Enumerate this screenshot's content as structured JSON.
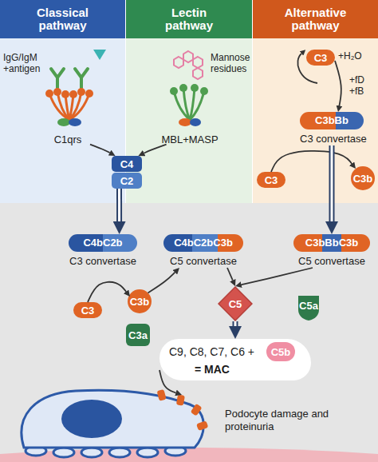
{
  "diagram": {
    "nodes": [
      {
        "text": [
          "Classical pathway"
        ]
      },
      {
        "text": [
          "Lectin pathway"
        ]
      },
      {
        "text": [
          "Alternative pathway"
        ]
      },
      {
        "text": [
          "C1qrs"
        ],
        "in": 0
      },
      {
        "text": [
          "MBL+MASP"
        ],
        "in": 1
      },
      {
        "text": [
          "C4"
        ]
      },
      {
        "text": [
          "C2"
        ]
      },
      {
        "text": [
          "C3"
        ],
        "in": 2
      },
      {
        "text": [
          "C3bBb",
          "C3 convertase"
        ],
        "in": 2
      },
      {
        "text": [
          "C3"
        ],
        "in": 2
      },
      {
        "text": [
          "C3b"
        ],
        "in": 2
      },
      {
        "text": [
          "C4bC2b",
          "C3 convertase"
        ]
      },
      {
        "text": [
          "C4bC2bC3b",
          "C5 convertase"
        ]
      },
      {
        "text": [
          "C3bBbC3b",
          "C5 convertase"
        ]
      },
      {
        "text": [
          "C3"
        ]
      },
      {
        "text": [
          "C3b"
        ]
      },
      {
        "text": [
          "C3a"
        ]
      },
      {
        "text": [
          "C5"
        ]
      },
      {
        "text": [
          "C5a"
        ]
      },
      {
        "text": [
          "C9, C8, C7, C6 +",
          "= MAC"
        ]
      },
      {
        "text": [
          "C5b"
        ],
        "in": 19
      },
      {
        "text": [
          "Podocyte damage and proteinuria"
        ]
      }
    ],
    "edges": [
      {
        "from": 3,
        "to": 5,
        "arrow": "to"
      },
      {
        "from": 4,
        "to": 5,
        "arrow": "to"
      },
      {
        "from": 6,
        "to": 11,
        "arrow": "to"
      },
      {
        "from": 7,
        "to": 8,
        "arrow": "to"
      },
      {
        "from": 9,
        "to": 10,
        "arrow": "to"
      },
      {
        "from": 8,
        "to": 13,
        "arrow": "to"
      },
      {
        "from": 14,
        "to": 15,
        "arrow": "to"
      },
      {
        "from": 15,
        "to": 12,
        "arrow": "to"
      },
      {
        "from": 12,
        "to": 17,
        "arrow": "to"
      },
      {
        "from": 13,
        "to": 17,
        "arrow": "to"
      },
      {
        "from": 17,
        "to": 19,
        "arrow": "to"
      },
      {
        "from": 19,
        "to": 21,
        "arrow": "to"
      }
    ],
    "labels": [
      "IgG/IgM +antigen",
      "Mannose residues",
      "+H₂O",
      "+fD +fB"
    ]
  }
}
